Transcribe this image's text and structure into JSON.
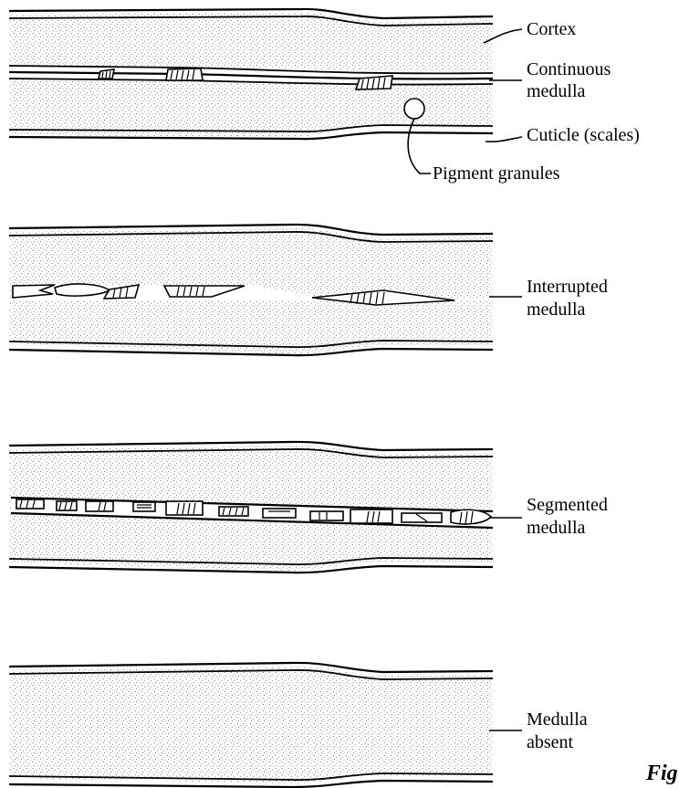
{
  "panel_continuous": {
    "cortex_label": "Cortex",
    "medulla_label_line1": "Continuous",
    "medulla_label_line2": "medulla",
    "cuticle_label": "Cuticle (scales)",
    "pigment_label": "Pigment granules"
  },
  "panel_interrupted": {
    "label_line1": "Interrupted",
    "label_line2": "medulla"
  },
  "panel_segmented": {
    "label_line1": "Segmented",
    "label_line2": "medulla"
  },
  "panel_absent": {
    "label_line1": "Medulla",
    "label_line2": "absent"
  },
  "figure_caption_fragment": "Fig"
}
